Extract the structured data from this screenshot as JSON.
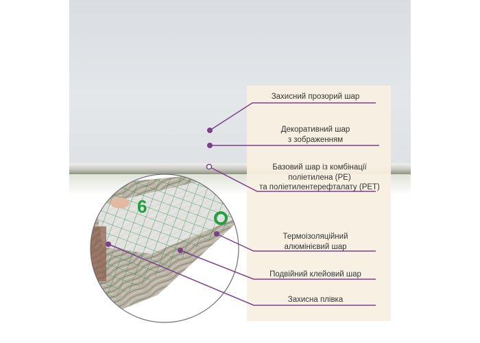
{
  "accent_color": "#7b3f8c",
  "layers": [
    {
      "label": "Захисний прозорий шар"
    },
    {
      "label_lines": [
        "Декоративний шар",
        "з зображенням"
      ]
    },
    {
      "label_lines": [
        "Базовий шар із комбінації",
        "поліетилена (PE)",
        "та поліетилентерефталату (PET)"
      ]
    },
    {
      "label_lines": [
        "Термоізоляційний",
        "алюмінієвий шар"
      ]
    },
    {
      "label": "Подвійний клейовий шар"
    },
    {
      "label": "Захисна плівка"
    }
  ]
}
